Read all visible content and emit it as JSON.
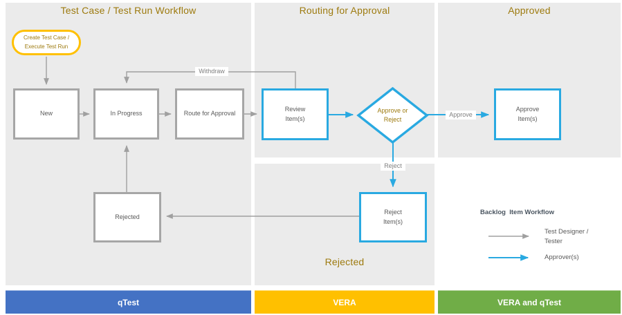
{
  "colors": {
    "panel": "#EBEBEB",
    "gold": "#9D7A0E",
    "gray-border": "#A6A6A6",
    "gray-line": "#A0A0A0",
    "blue": "#29A9E1",
    "node-text": "#595959",
    "edge-label": "#7F7F7F",
    "oval-border": "#FFC000",
    "legend-title": "#4A5560",
    "bar-blue": "#4472C4",
    "bar-yellow": "#FFC000",
    "bar-green": "#70AD47"
  },
  "titles": {
    "left": "Test Case / Test Run Workflow",
    "middle": "Routing for Approval",
    "right": "Approved",
    "rejected": "Rejected"
  },
  "nodes": {
    "start": "Create Test Case /\nExecute Test Run",
    "new": "New",
    "in_progress": "In Progress",
    "route": "Route for Approval",
    "review": "Review\nItem(s)",
    "decision": "Approve or\nReject",
    "approve": "Approve\nItem(s)",
    "reject_item": "Reject\nItem(s)",
    "rejected": "Rejected"
  },
  "edge_labels": {
    "withdraw": "Withdraw",
    "approve": "Approve",
    "reject": "Reject"
  },
  "legend": {
    "title": "Backlog  Item Workflow",
    "designer": "Test Designer /\nTester",
    "approver": "Approver(s)"
  },
  "footers": {
    "left": "qTest",
    "middle": "VERA",
    "right": "VERA and qTest"
  }
}
